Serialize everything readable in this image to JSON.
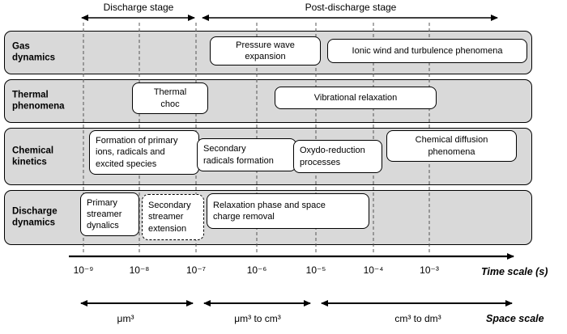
{
  "stages": {
    "discharge": "Discharge stage",
    "post_discharge": "Post-discharge stage"
  },
  "rows": [
    {
      "label": "Gas\ndynamics",
      "boxes": [
        {
          "text": "Pressure wave\nexpansion"
        },
        {
          "text": "Ionic wind and turbulence phenomena"
        }
      ]
    },
    {
      "label": "Thermal\nphenomena",
      "boxes": [
        {
          "text": "Thermal\nchoc"
        },
        {
          "text": "Vibrational relaxation"
        }
      ]
    },
    {
      "label": "Chemical\nkinetics",
      "boxes": [
        {
          "text": "Formation of primary\nions, radicals and\nexcited species"
        },
        {
          "text": "Secondary\nradicals formation"
        },
        {
          "text": "Oxydo-reduction\nprocesses"
        },
        {
          "text": "Chemical diffusion\nphenomena"
        }
      ]
    },
    {
      "label": "Discharge\ndynamics",
      "boxes": [
        {
          "text": "Primary\nstreamer\ndynalics"
        },
        {
          "text": "Secondary\nstreamer\nextension"
        },
        {
          "text": "Relaxation phase and space\ncharge removal"
        }
      ]
    }
  ],
  "time_axis": {
    "ticks": [
      "10⁻⁹",
      "10⁻⁸",
      "10⁻⁷",
      "10⁻⁶",
      "10⁻⁵",
      "10⁻⁴",
      "10⁻³"
    ],
    "label": "Time scale (s)"
  },
  "space_axis": {
    "segments": [
      "μm³",
      "μm³ to cm³",
      "cm³ to dm³"
    ],
    "label": "Space scale"
  }
}
